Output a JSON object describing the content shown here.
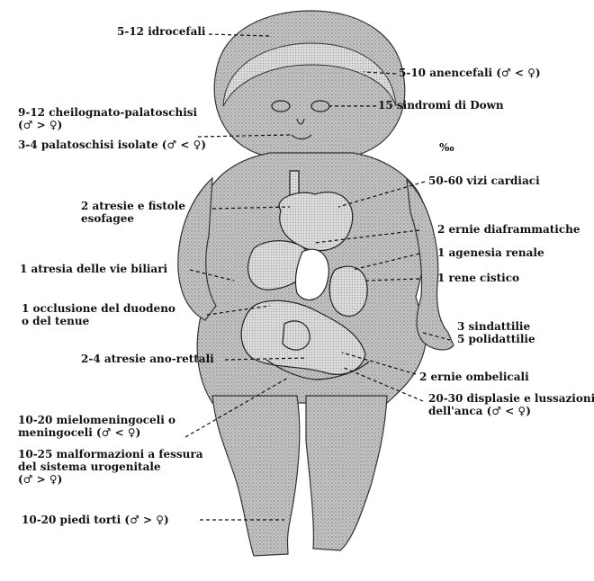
{
  "labels": {
    "idrocefali": "5-12 idrocefali",
    "anencefali": "5-10 anencefali (♂ < ♀)",
    "cheilognato_1": "9-12 cheilognato-palatoschisi",
    "cheilognato_2": "(♂ > ♀)",
    "palatoschisi": "3-4 palatoschisi isolate (♂ < ♀)",
    "down": "15 sindromi di Down",
    "permille": "‰",
    "vizi_cardiaci": "50-60 vizi cardiaci",
    "atresie_esofagee_1": "2 atresie e fistole",
    "atresie_esofagee_2": "esofagee",
    "ernie_diaframmatiche": "2 ernie diaframmatiche",
    "agenesia_renale": "1 agenesia renale",
    "atresia_biliari": "1 atresia delle vie biliari",
    "rene_cistico": "1 rene cistico",
    "occlusione_1": "1 occlusione del duodeno",
    "occlusione_2": "o del tenue",
    "sindattilie": "3 sindattilie",
    "polidattilie": "5 polidattilie",
    "atresie_ano": "2-4 atresie ano-rettali",
    "ernie_ombelicali": "2 ernie ombelicali",
    "displasie_1": "20-30 displasie e lussazioni",
    "displasie_2": "dell'anca (♂ < ♀)",
    "mielo_1": "10-20 mielomeningoceli o",
    "mielo_2": "meningoceli (♂ < ♀)",
    "urogenitale_1": "10-25 malformazioni a fessura",
    "urogenitale_2": "del sistema urogenitale",
    "urogenitale_3": "(♂ > ♀)",
    "piedi_torti": "10-20 piedi torti (♂ > ♀)"
  },
  "colors": {
    "body_fill": "#b9b9b9",
    "ink": "#111111",
    "organ_fill": "#e6e6e6"
  }
}
